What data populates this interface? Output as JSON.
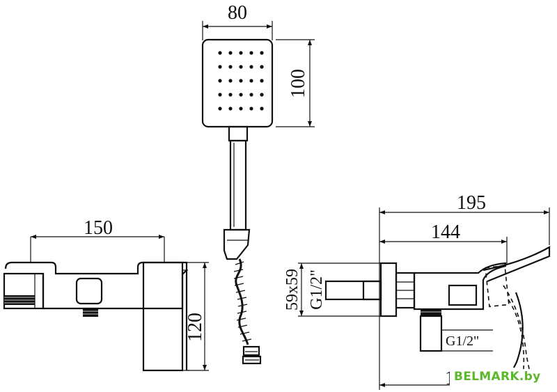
{
  "dimensions": {
    "head_width": "80",
    "head_height": "100",
    "body_width": "150",
    "body_height": "120",
    "total_length": "195",
    "spout_length": "144",
    "flange_size": "59x59",
    "flange_thread": "G1/2\"",
    "outlet_thread": "G1/2\"",
    "bottom_partial": "1"
  },
  "watermark": {
    "text": "BELMARK.by",
    "color": "#5cb82a"
  }
}
